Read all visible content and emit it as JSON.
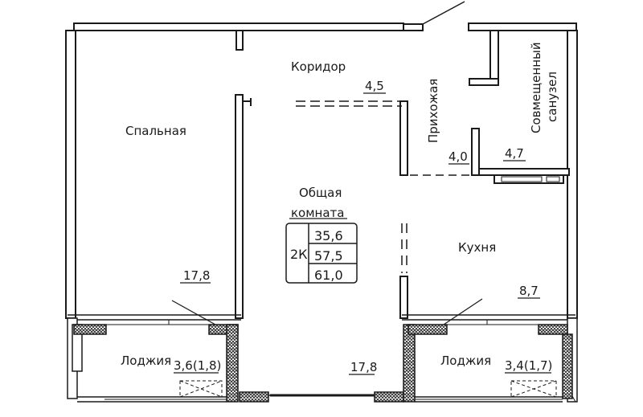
{
  "rooms": {
    "bedroom": {
      "label": "Спальная",
      "area": "17,8"
    },
    "corridor": {
      "label": "Коридор",
      "area": "4,5"
    },
    "hallway": {
      "label": "Прихожая",
      "area": "4,0"
    },
    "bathroom": {
      "label_line1": "Совмещенный",
      "label_line2": "санузел",
      "area": "4,7"
    },
    "living": {
      "label_line1": "Общая",
      "label_line2": "комната",
      "area": "17,8"
    },
    "kitchen": {
      "label": "Кухня",
      "area": "8,7"
    },
    "loggia_left": {
      "label": "Лоджия",
      "area": "3,6(1,8)"
    },
    "loggia_right": {
      "label": "Лоджия",
      "area": "3,4(1,7)"
    }
  },
  "summary": {
    "type": "2К",
    "living_area": "35,6",
    "total_area": "57,5",
    "total_with_loggia": "61,0"
  },
  "colors": {
    "wall": "#1a1a1a",
    "background": "#ffffff"
  }
}
